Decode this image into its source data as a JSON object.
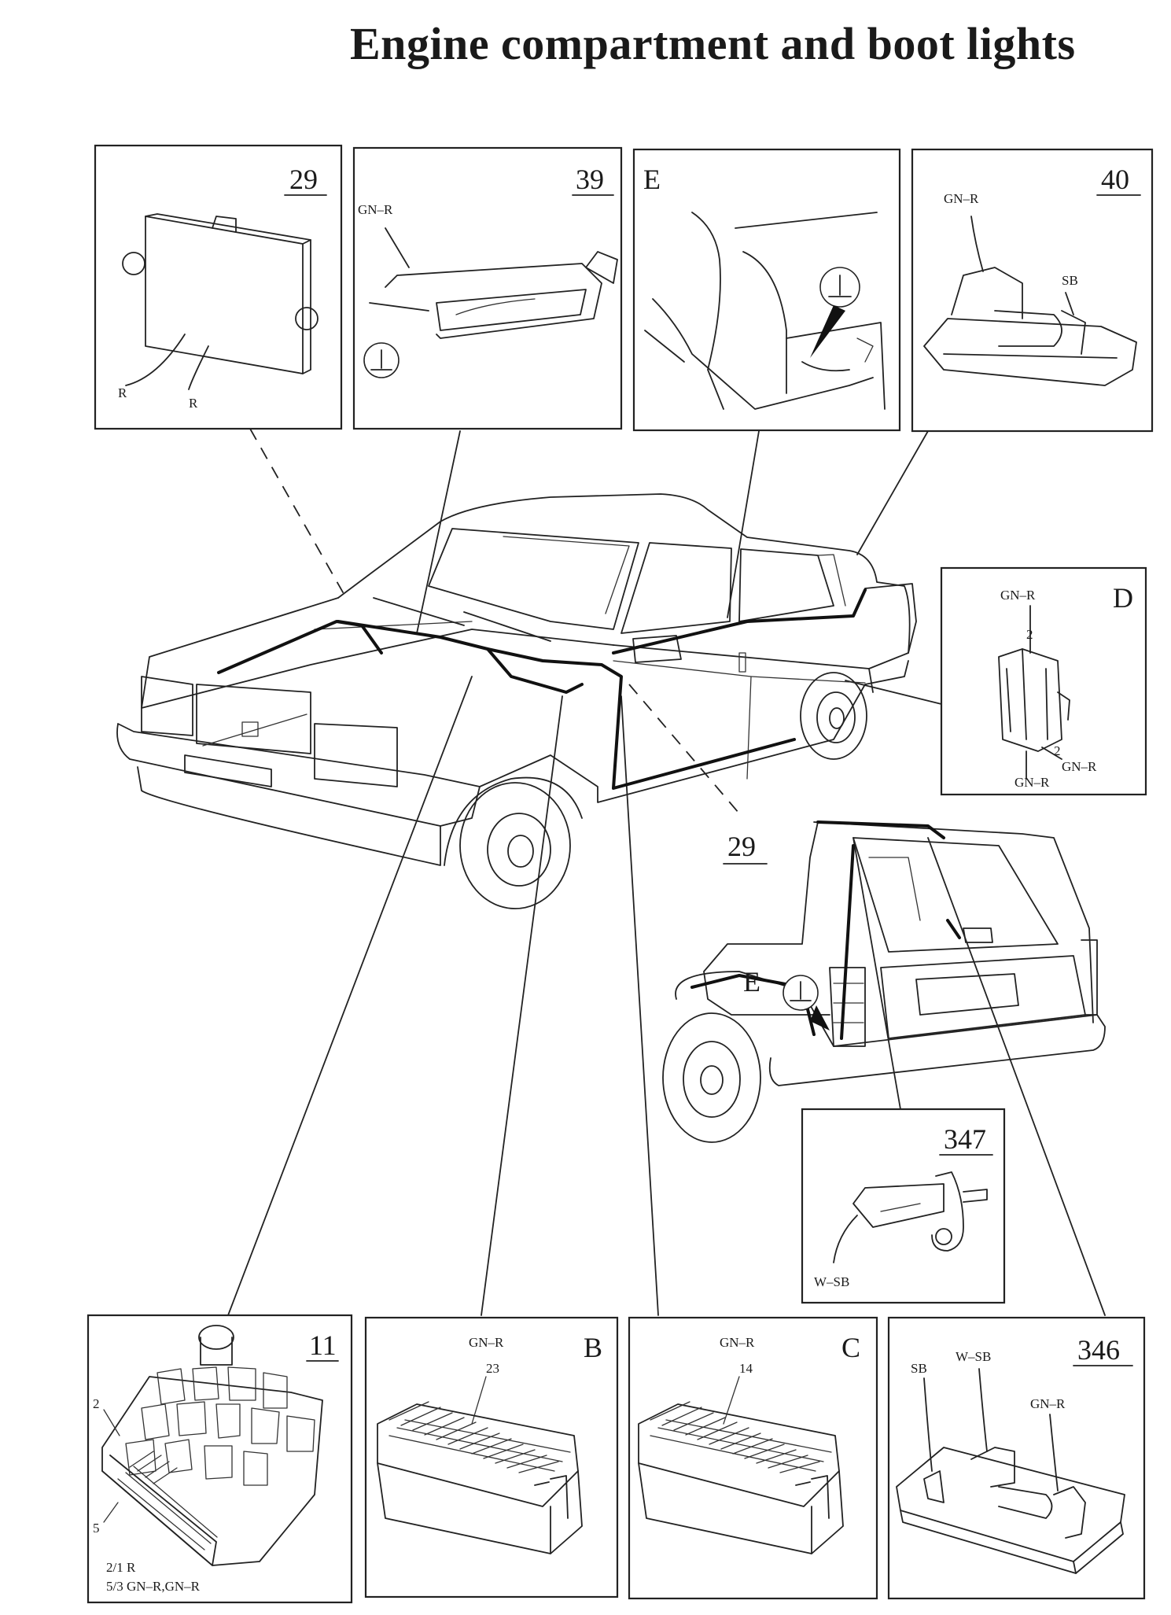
{
  "page": {
    "title": "Engine compartment and boot lights"
  },
  "panels": {
    "p29": {
      "ref": "29",
      "labels": [
        "R",
        "R"
      ]
    },
    "p39": {
      "ref": "39",
      "labels": [
        "GN–R"
      ]
    },
    "pE": {
      "ref": "E"
    },
    "p40": {
      "ref": "40",
      "labels": [
        "GN–R",
        "SB"
      ]
    },
    "pD": {
      "ref": "D",
      "labels": [
        "GN–R",
        "2",
        "2",
        "GN–R",
        "GN–R"
      ]
    },
    "p347": {
      "ref": "347",
      "labels": [
        "W–SB"
      ]
    },
    "p11": {
      "ref": "11",
      "labels": [
        "2",
        "5",
        "2/1 R",
        "5/3 GN–R,GN–R"
      ]
    },
    "pB": {
      "ref": "B",
      "labels": [
        "GN–R",
        "23"
      ]
    },
    "pC": {
      "ref": "C",
      "labels": [
        "GN–R",
        "14"
      ]
    },
    "p346": {
      "ref": "346",
      "labels": [
        "SB",
        "W–SB",
        "GN–R"
      ]
    }
  },
  "callouts": {
    "c29": "29",
    "cE": "E"
  },
  "icons": {
    "ground": "ground-symbol-icon",
    "relay_unit": "control-unit-icon",
    "lamp": "lamp-icon",
    "connector": "connector-icon",
    "switch": "boot-switch-icon"
  }
}
